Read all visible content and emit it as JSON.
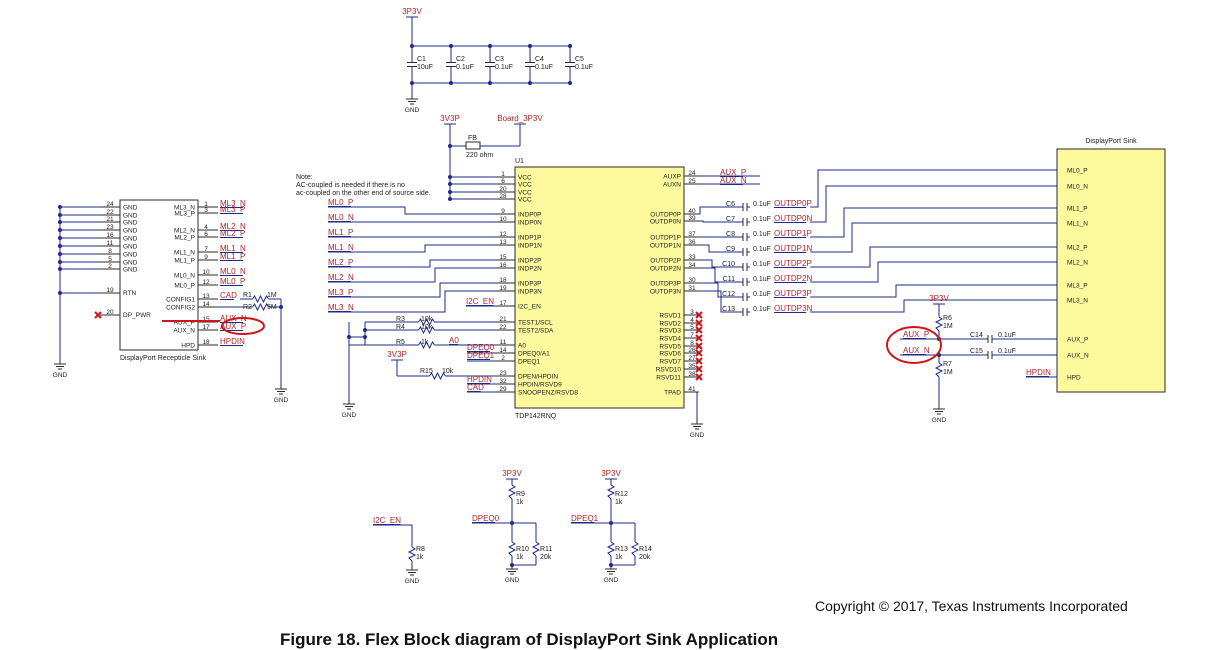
{
  "power": {
    "p3v3": "3P3V",
    "v3p3": "3V3P",
    "board": "Board_3P3V",
    "gnd": "GND"
  },
  "bulk_caps": [
    {
      "ref": "C1",
      "value": "10uF"
    },
    {
      "ref": "C2",
      "value": "0.1uF"
    },
    {
      "ref": "C3",
      "value": "0.1uF"
    },
    {
      "ref": "C4",
      "value": "0.1uF"
    },
    {
      "ref": "C5",
      "value": "0.1uF"
    }
  ],
  "ferrite": {
    "ref": "FB",
    "value": "220 ohm"
  },
  "note": {
    "line1": "Note:",
    "line2": "AC-coupled is needed if there is no",
    "line3": "ac-coupled on the other end of source side."
  },
  "receptacle": {
    "title": "DisplayPort Recepticle Sink",
    "gnd_pins": [
      {
        "num": "24",
        "name": "GND"
      },
      {
        "num": "22",
        "name": "GND"
      },
      {
        "num": "21",
        "name": "GND"
      },
      {
        "num": "23",
        "name": "GND"
      },
      {
        "num": "16",
        "name": "GND"
      },
      {
        "num": "11",
        "name": "GND"
      },
      {
        "num": "8",
        "name": "GND"
      },
      {
        "num": "5",
        "name": "GND"
      },
      {
        "num": "2",
        "name": "GND"
      }
    ],
    "rtn": {
      "num": "19",
      "name": "RTN"
    },
    "dp_pwr": {
      "num": "20",
      "name": "DP_PWR"
    },
    "right_pins": [
      {
        "name": "ML3_N",
        "num": "1",
        "net": "ML3_N"
      },
      {
        "name": "ML3_P",
        "num": "3",
        "net": "ML3_P"
      },
      {
        "name": "ML2_N",
        "num": "4",
        "net": "ML2_N"
      },
      {
        "name": "ML2_P",
        "num": "6",
        "net": "ML2_P"
      },
      {
        "name": "ML1_N",
        "num": "7",
        "net": "ML1_N"
      },
      {
        "name": "ML1_P",
        "num": "9",
        "net": "ML1_P"
      },
      {
        "name": "ML0_N",
        "num": "10",
        "net": "ML0_N"
      },
      {
        "name": "ML0_P",
        "num": "12",
        "net": "ML0_P"
      },
      {
        "name": "CONFIG1",
        "num": "13",
        "net": "CAD"
      },
      {
        "name": "CONFIG2",
        "num": "14",
        "net": ""
      },
      {
        "name": "AUX_P",
        "num": "15",
        "net": "AUX_N"
      },
      {
        "name": "AUX_N",
        "num": "17",
        "net": "AUX_P"
      },
      {
        "name": "HPD",
        "num": "18",
        "net": "HPDIN"
      }
    ],
    "r1": {
      "ref": "R1",
      "value": "1M"
    },
    "r2": {
      "ref": "R2",
      "value": "5M"
    }
  },
  "ic": {
    "ref": "U1",
    "part": "TDP142RNQ",
    "left_pins": [
      {
        "num": "1",
        "name": "VCC"
      },
      {
        "num": "6",
        "name": "VCC"
      },
      {
        "num": "20",
        "name": "VCC"
      },
      {
        "num": "28",
        "name": "VCC"
      },
      {
        "num": "9",
        "name": "INDP0P"
      },
      {
        "num": "10",
        "name": "INDP0N"
      },
      {
        "num": "12",
        "name": "INDP1P"
      },
      {
        "num": "13",
        "name": "INDP1N"
      },
      {
        "num": "15",
        "name": "INDP2P"
      },
      {
        "num": "16",
        "name": "INDP2N"
      },
      {
        "num": "18",
        "name": "INDP3P"
      },
      {
        "num": "19",
        "name": "INDP3N"
      },
      {
        "num": "17",
        "name": "I2C_EN"
      },
      {
        "num": "21",
        "name": "TEST1/SCL"
      },
      {
        "num": "22",
        "name": "TEST2/SDA"
      },
      {
        "num": "11",
        "name": "A0"
      },
      {
        "num": "14",
        "name": "DPEQ0/A1"
      },
      {
        "num": "2",
        "name": "DPEQ1"
      },
      {
        "num": "23",
        "name": "DPEN/HPDIN"
      },
      {
        "num": "32",
        "name": "HPDIN/RSVD9"
      },
      {
        "num": "29",
        "name": "SNOOPENZ/RSVD8"
      }
    ],
    "right_pins": [
      {
        "num": "24",
        "name": "AUXP"
      },
      {
        "num": "25",
        "name": "AUXN"
      },
      {
        "num": "40",
        "name": "OUTDP0P"
      },
      {
        "num": "39",
        "name": "OUTDP0N"
      },
      {
        "num": "37",
        "name": "OUTDP1P"
      },
      {
        "num": "36",
        "name": "OUTDP1N"
      },
      {
        "num": "33",
        "name": "OUTDP2P"
      },
      {
        "num": "34",
        "name": "OUTDP2N"
      },
      {
        "num": "30",
        "name": "OUTDP3P"
      },
      {
        "num": "31",
        "name": "OUTDP3N"
      },
      {
        "num": "3",
        "name": "RSVD1"
      },
      {
        "num": "4",
        "name": "RSVD2"
      },
      {
        "num": "5",
        "name": "RSVD3"
      },
      {
        "num": "7",
        "name": "RSVD4"
      },
      {
        "num": "8",
        "name": "RSVD5"
      },
      {
        "num": "26",
        "name": "RSVD6"
      },
      {
        "num": "27",
        "name": "RSVD7"
      },
      {
        "num": "35",
        "name": "RSVD10"
      },
      {
        "num": "38",
        "name": "RSVD11"
      },
      {
        "num": "41",
        "name": "TPAD"
      }
    ]
  },
  "left_nets": {
    "in": [
      "ML0_P",
      "ML0_N",
      "ML1_P",
      "ML1_N",
      "ML2_P",
      "ML2_N",
      "ML3_P",
      "ML3_N"
    ],
    "i2c_en": "I2C_EN",
    "a0": "A0",
    "dpeq0": "DPEQ0",
    "dpeq1": "DPEQ1",
    "hpdin": "HPDIN",
    "cad": "CAD",
    "r3": {
      "ref": "R3",
      "value": "10k"
    },
    "r4": {
      "ref": "R4",
      "value": "10k"
    },
    "r5": {
      "ref": "R5",
      "value": "1k"
    },
    "r15": {
      "ref": "R15",
      "value": "10k"
    }
  },
  "output_caps": [
    {
      "ref": "C6",
      "value": "0.1uF",
      "net": "OUTDP0P"
    },
    {
      "ref": "C7",
      "value": "0.1uF",
      "net": "OUTDP0N"
    },
    {
      "ref": "C8",
      "value": "0.1uF",
      "net": "OUTDP1P"
    },
    {
      "ref": "C9",
      "value": "0.1uF",
      "net": "OUTDP1N"
    },
    {
      "ref": "C10",
      "value": "0.1uF",
      "net": "OUTDP2P"
    },
    {
      "ref": "C11",
      "value": "0.1uF",
      "net": "OUTDP2N"
    },
    {
      "ref": "C12",
      "value": "0.1uF",
      "net": "OUTDP3P"
    },
    {
      "ref": "C13",
      "value": "0.1uF",
      "net": "OUTDP3N"
    }
  ],
  "aux_nets": {
    "p": "AUX_P",
    "n": "AUX_N"
  },
  "sink": {
    "title": "DisplayPort Sink",
    "pins": [
      "ML0_P",
      "ML0_N",
      "ML1_P",
      "ML1_N",
      "ML2_P",
      "ML2_N",
      "ML3_P",
      "ML3_N",
      "AUX_P",
      "AUX_N",
      "HPD"
    ],
    "hpd_net": "HPDIN"
  },
  "aux_bias": {
    "r6": {
      "ref": "R6",
      "value": "1M"
    },
    "r7": {
      "ref": "R7",
      "value": "1M"
    },
    "c14": {
      "ref": "C14",
      "value": "0.1uF"
    },
    "c15": {
      "ref": "C15",
      "value": "0.1uF"
    },
    "aux_p": "AUX_P",
    "aux_n": "AUX_N"
  },
  "bottom": {
    "i2c": {
      "net": "I2C_EN",
      "ref": "R8",
      "value": "1k"
    },
    "dpeq0": {
      "net": "DPEQ0",
      "r_top": {
        "ref": "R9",
        "value": "1k"
      },
      "r_bot": {
        "ref": "R10",
        "value": "1k"
      },
      "r_side": {
        "ref": "R11",
        "value": "20k"
      }
    },
    "dpeq1": {
      "net": "DPEQ1",
      "r_top": {
        "ref": "R12",
        "value": "1k"
      },
      "r_bot": {
        "ref": "R13",
        "value": "1k"
      },
      "r_side": {
        "ref": "R14",
        "value": "20k"
      }
    }
  },
  "copyright": "Copyright © 2017, Texas Instruments Incorporated",
  "caption": "Figure 18.  Flex Block diagram of DisplayPort Sink Application"
}
